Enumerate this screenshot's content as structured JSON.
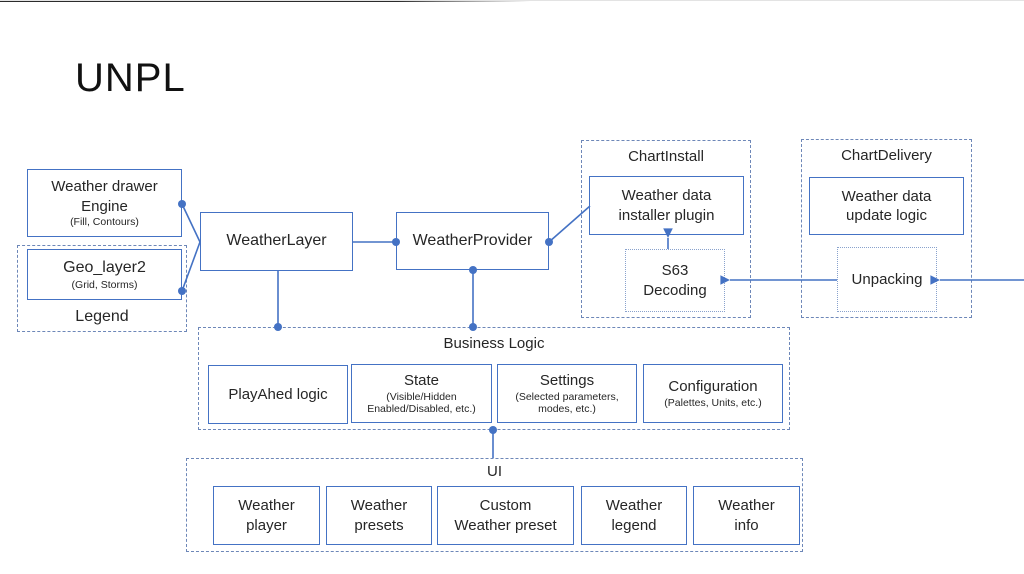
{
  "slide": {
    "title": "UNPL"
  },
  "colors": {
    "accent": "#4472C4",
    "dash": "#6d87b8",
    "text": "#262626"
  },
  "nodes": {
    "weather_drawer_engine": {
      "line1": "Weather drawer",
      "line2": "Engine",
      "sub": "(Fill, Contours)"
    },
    "geo_layer2": {
      "title": "Geo_layer2",
      "sub": "(Grid, Storms)"
    },
    "legend_group": {
      "label": "Legend"
    },
    "weather_layer": {
      "label": "WeatherLayer"
    },
    "weather_provider": {
      "label": "WeatherProvider"
    },
    "chart_install_group": {
      "label": "ChartInstall"
    },
    "weather_data_installer": {
      "line1": "Weather data",
      "line2": "installer plugin"
    },
    "s63_decoding": {
      "line1": "S63",
      "line2": "Decoding"
    },
    "chart_delivery_group": {
      "label": "ChartDelivery"
    },
    "weather_data_update": {
      "line1": "Weather data",
      "line2": "update logic"
    },
    "unpacking": {
      "label": "Unpacking"
    },
    "business_logic_group": {
      "label": "Business Logic"
    },
    "playahed_logic": {
      "label": "PlayAhed logic"
    },
    "state": {
      "title": "State",
      "sub1": "(Visible/Hidden",
      "sub2": "Enabled/Disabled, etc.)"
    },
    "settings": {
      "title": "Settings",
      "sub1": "(Selected parameters,",
      "sub2": "modes, etc.)"
    },
    "configuration": {
      "title": "Configuration",
      "sub": "(Palettes, Units, etc.)"
    },
    "ui_group": {
      "label": "UI"
    },
    "weather_player": {
      "line1": "Weather",
      "line2": "player"
    },
    "weather_presets": {
      "line1": "Weather",
      "line2": "presets"
    },
    "custom_weather_preset": {
      "line1": "Custom",
      "line2": "Weather preset"
    },
    "weather_legend": {
      "line1": "Weather",
      "line2": "legend"
    },
    "weather_info": {
      "line1": "Weather",
      "line2": "info"
    }
  }
}
